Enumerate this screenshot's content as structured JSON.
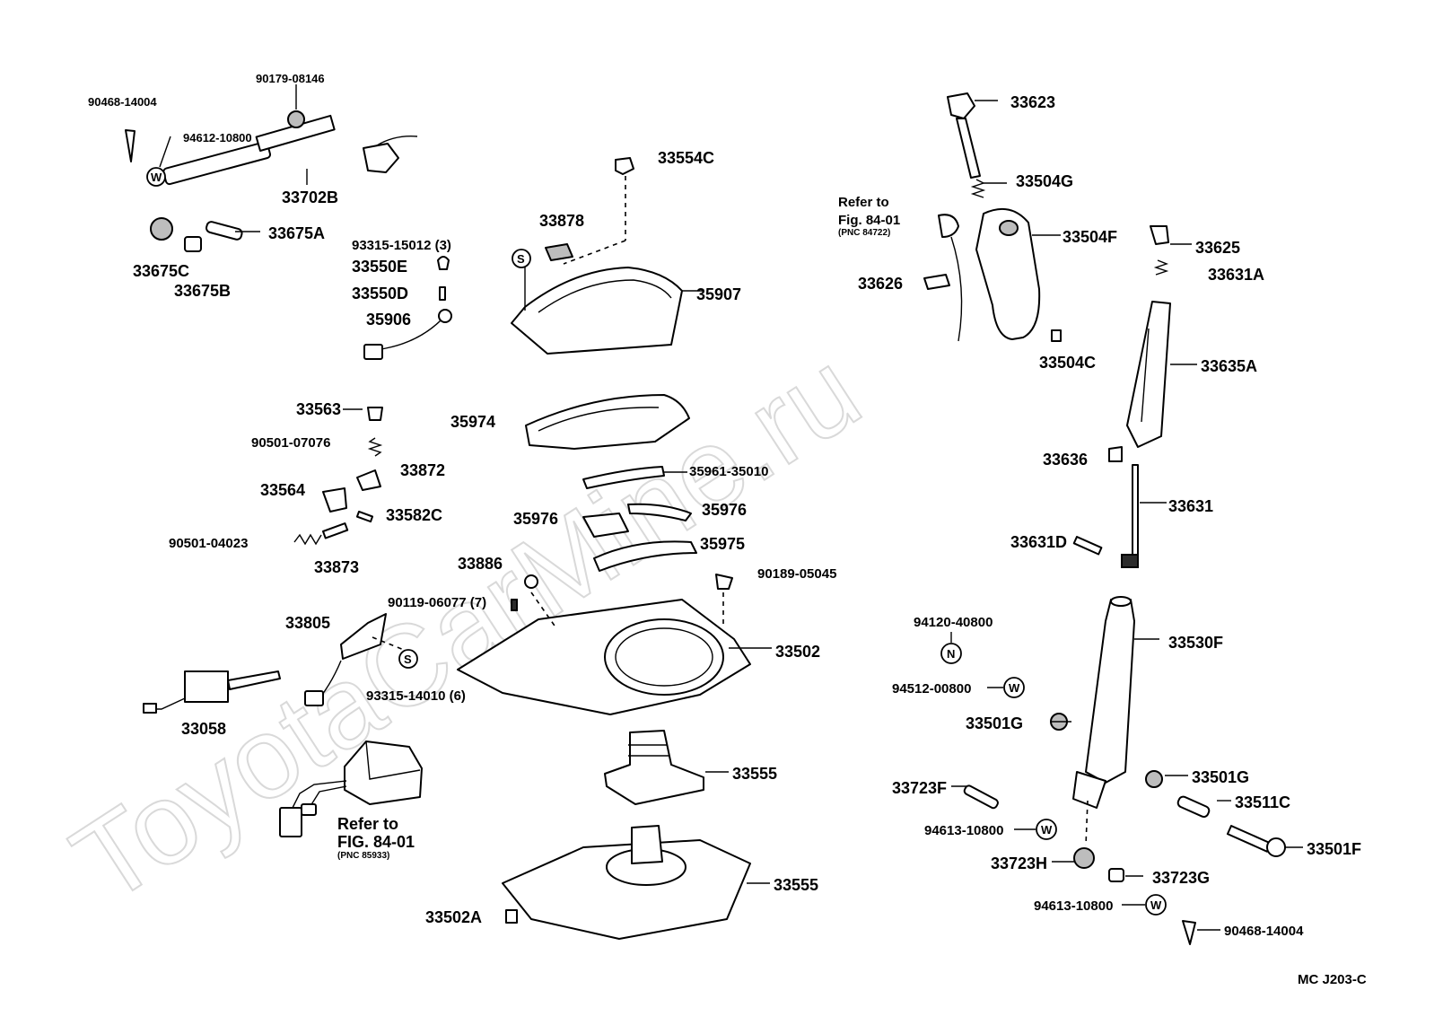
{
  "watermark": "ToyotaCarMine.ru",
  "figure_code": "MC J203-C",
  "parts": {
    "p90468_14004_a": "90468-14004",
    "p90179_08146": "90179-08146",
    "p94612_10800": "94612-10800",
    "p33702B": "33702B",
    "p33675A": "33675A",
    "p33675C": "33675C",
    "p33675B": "33675B",
    "p33554C": "33554C",
    "p33878": "33878",
    "p93315_15012": "93315-15012 (3)",
    "p33550E": "33550E",
    "p33550D": "33550D",
    "p35906": "35906",
    "p35907": "35907",
    "p33563": "33563",
    "p35974": "35974",
    "p90501_07076": "90501-07076",
    "p33872": "33872",
    "p33564": "33564",
    "p33582C": "33582C",
    "p90501_04023": "90501-04023",
    "p33873": "33873",
    "p35961_35010": "35961-35010",
    "p35976_a": "35976",
    "p35976_b": "35976",
    "p35975": "35975",
    "p33886": "33886",
    "p90189_05045": "90189-05045",
    "p90119_06077": "90119-06077 (7)",
    "p33805": "33805",
    "p33502": "33502",
    "p93315_14010": "93315-14010 (6)",
    "p33058": "33058",
    "p33555_a": "33555",
    "p33555_b": "33555",
    "p33502A": "33502A",
    "p33623": "33623",
    "p33504G": "33504G",
    "p33504F": "33504F",
    "p33626": "33626",
    "p33504C": "33504C",
    "p33625": "33625",
    "p33631A": "33631A",
    "p33635A": "33635A",
    "p33636": "33636",
    "p33631": "33631",
    "p33631D": "33631D",
    "p94120_40800": "94120-40800",
    "p33530F": "33530F",
    "p94512_00800": "94512-00800",
    "p33501G_a": "33501G",
    "p33501G_b": "33501G",
    "p33511C": "33511C",
    "p33723F": "33723F",
    "p94613_10800_a": "94613-10800",
    "p33501F": "33501F",
    "p33723H": "33723H",
    "p33723G": "33723G",
    "p94613_10800_b": "94613-10800",
    "p90468_14004_b": "90468-14004"
  },
  "refs": {
    "ref_right": {
      "line1": "Refer to",
      "line2": "Fig. 84-01",
      "line3": "(PNC 84722)"
    },
    "ref_left": {
      "line1": "Refer to",
      "line2": "FIG. 84-01",
      "line3": "(PNC 85933)"
    }
  },
  "symbols": {
    "washer": "W",
    "screw": "S",
    "nut": "N"
  }
}
